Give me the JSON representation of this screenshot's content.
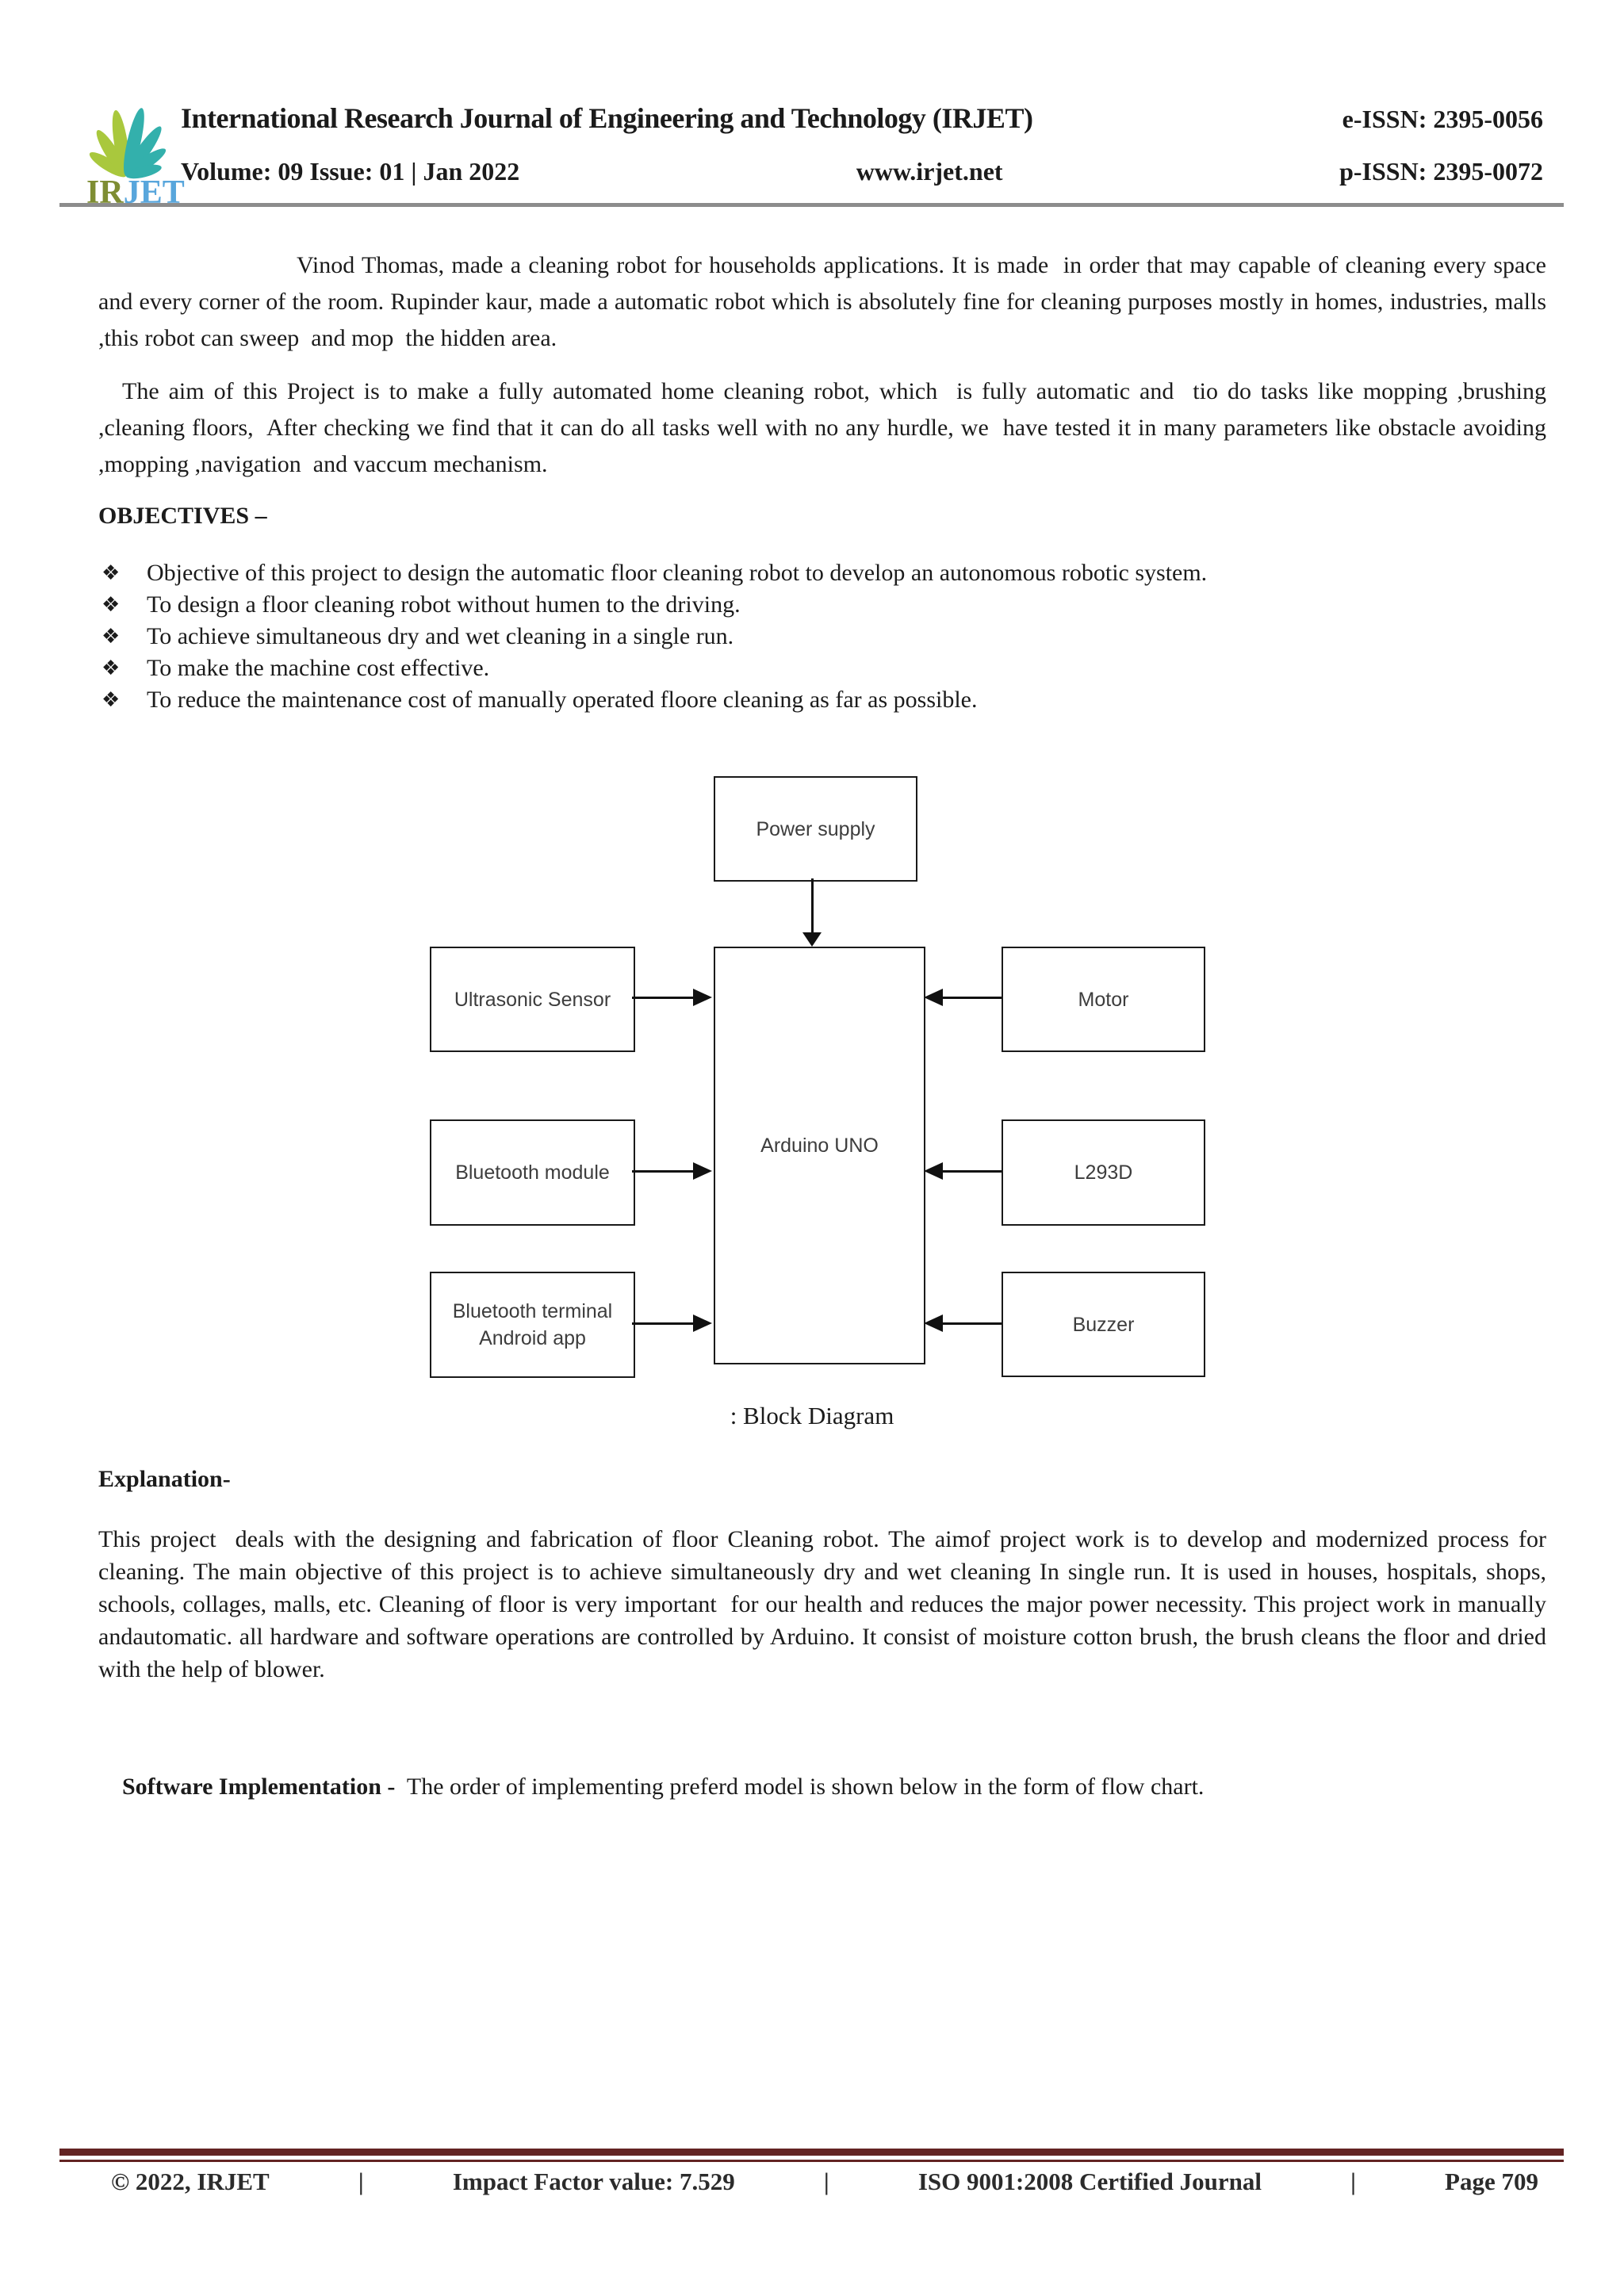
{
  "header": {
    "journal_title": "International Research Journal of Engineering and Technology (IRJET)",
    "e_issn": "e-ISSN: 2395-0056",
    "volume": "Volume: 09 Issue: 01 | Jan 2022",
    "website": "www.irjet.net",
    "p_issn": "p-ISSN: 2395-0072",
    "logo": {
      "text_ir": "IR",
      "text_jet": "JET"
    }
  },
  "intro": {
    "paragraph1": "Vinod Thomas, made a cleaning robot for households applications. It is made  in order that may capable of cleaning every space and every corner of the room. Rupinder kaur, made a automatic robot which is absolutely fine for cleaning purposes mostly in homes, industries, malls ,this robot can sweep  and mop  the hidden area.",
    "paragraph2": "The aim of this Project is to make a fully automated home cleaning robot, which  is fully automatic and  tio do tasks like mopping ,brushing ,cleaning floors,  After checking we find that it can do all tasks well with no any hurdle, we  have tested it in many parameters like obstacle avoiding ,mopping ,navigation  and vaccum mechanism."
  },
  "objectives": {
    "heading": "OBJECTIVES –",
    "bullet_glyph": "❖",
    "items": [
      "Objective of this project to design the automatic floor cleaning robot to develop an autonomous  robotic system.",
      "To design a floor cleaning robot  without humen to the driving.",
      "To achieve  simultaneous dry and wet cleaning in a single run.",
      "To make the machine cost effective.",
      "To reduce the maintenance cost of manually operated floore cleaning as far as possible."
    ]
  },
  "diagram": {
    "caption": ": Block Diagram",
    "nodes": {
      "power_supply": "Power supply",
      "ultrasonic_sensor": "Ultrasonic Sensor",
      "bluetooth_module": "Bluetooth module",
      "bluetooth_terminal_line1": "Bluetooth terminal",
      "bluetooth_terminal_line2": "Android app",
      "arduino": "Arduino UNO",
      "motor": "Motor",
      "l293d": "L293D",
      "buzzer": "Buzzer"
    }
  },
  "explanation": {
    "heading": "Explanation-",
    "paragraph": "This project  deals with the designing and fabrication of floor Cleaning robot. The aimof project work is to develop and modernized process for cleaning. The main objective of this project is to achieve simultaneously dry and wet cleaning In single run. It is used in houses, hospitals, shops, schools, collages, malls, etc. Cleaning of floor is very important  for our health and reduces the major power necessity. This project work in manually andautomatic. all hardware and software operations are controlled by Arduino. It consist of moisture cotton brush, the brush cleans the floor and dried with the help of blower."
  },
  "software_implementation": {
    "heading": "Software Implementation - ",
    "text": " The order of implementing preferd model is shown below in the form of flow chart."
  },
  "footer": {
    "copyright": "© 2022, IRJET",
    "separator1": "|",
    "impact_factor": "Impact Factor value: 7.529",
    "separator2": "|",
    "iso": "ISO 9001:2008 Certified Journal",
    "separator3": "|",
    "page": "Page 709"
  },
  "colors": {
    "footer_rule": "#632423",
    "header_rule": "#8c8c8c",
    "logo_green": "#a9c83d",
    "logo_teal": "#33b0ac",
    "logo_ir_text": "#7e8d33",
    "logo_jet_text": "#58a6dc"
  }
}
